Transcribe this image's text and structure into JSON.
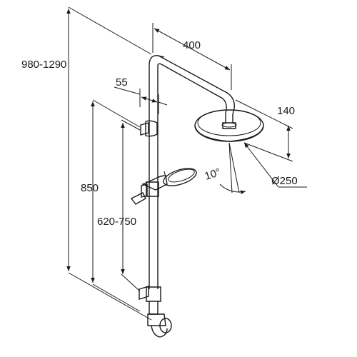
{
  "dimensions": {
    "total_height": "980-1290",
    "arm_length": "400",
    "wall_offset": "55",
    "head_height": "140",
    "slide_rail": "850",
    "holder_range": "620-750",
    "tilt_angle": "10°",
    "head_diameter": "Ø250"
  },
  "colors": {
    "line": "#1a1a1a",
    "background": "#ffffff"
  }
}
